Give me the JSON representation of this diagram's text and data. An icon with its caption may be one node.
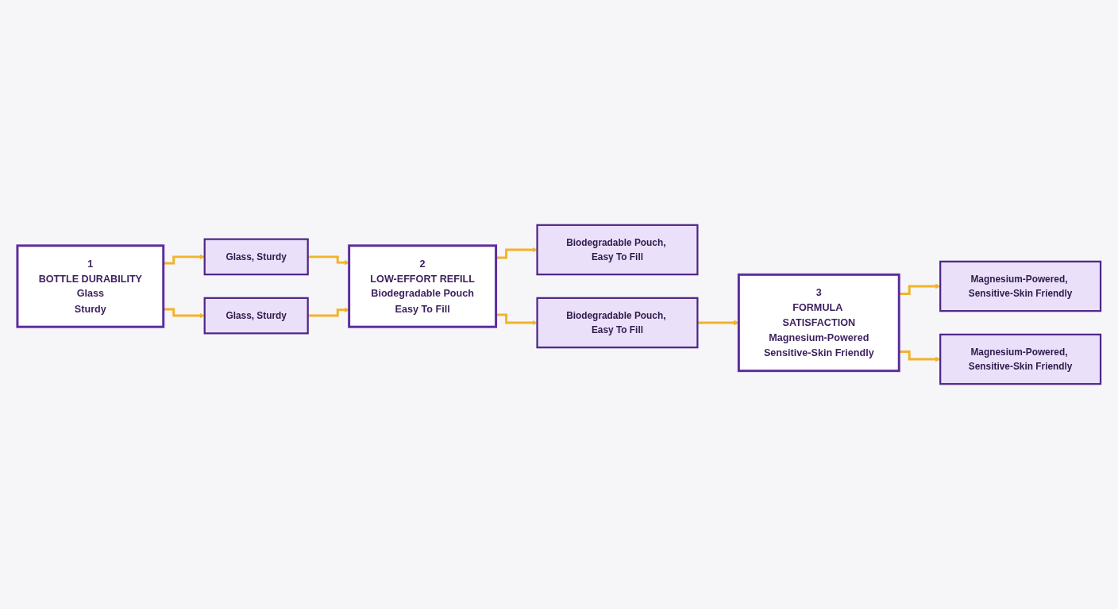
{
  "diagram": {
    "nodes": [
      {
        "text": [
          "1",
          "BOTTLE DURABILITY",
          "Glass",
          "Sturdy"
        ]
      },
      {
        "text": [
          "Glass, Sturdy"
        ]
      },
      {
        "text": [
          "Glass, Sturdy"
        ]
      },
      {
        "text": [
          "2",
          "LOW-EFFORT REFILL",
          "Biodegradable Pouch",
          "Easy To Fill"
        ]
      },
      {
        "text": [
          "Biodegradable Pouch, Easy To Fill"
        ]
      },
      {
        "text": [
          "Biodegradable Pouch, Easy To Fill"
        ]
      },
      {
        "text": [
          "3",
          "FORMULA SATISFACTION",
          "Magnesium-Powered",
          "Sensitive-Skin Friendly"
        ]
      },
      {
        "text": [
          "Magnesium-Powered, Sensitive-Skin Friendly"
        ]
      },
      {
        "text": [
          "Magnesium-Powered, Sensitive-Skin Friendly"
        ]
      }
    ],
    "edges": [
      {
        "from": 0,
        "to": 1,
        "arrow": "to"
      },
      {
        "from": 0,
        "to": 2,
        "arrow": "to"
      },
      {
        "from": 1,
        "to": 3,
        "arrow": "to"
      },
      {
        "from": 2,
        "to": 3,
        "arrow": "to"
      },
      {
        "from": 3,
        "to": 4,
        "arrow": "to"
      },
      {
        "from": 3,
        "to": 5,
        "arrow": "to"
      },
      {
        "from": 5,
        "to": 6,
        "arrow": "to"
      },
      {
        "from": 6,
        "to": 7,
        "arrow": "to"
      },
      {
        "from": 6,
        "to": 8,
        "arrow": "to"
      }
    ]
  }
}
